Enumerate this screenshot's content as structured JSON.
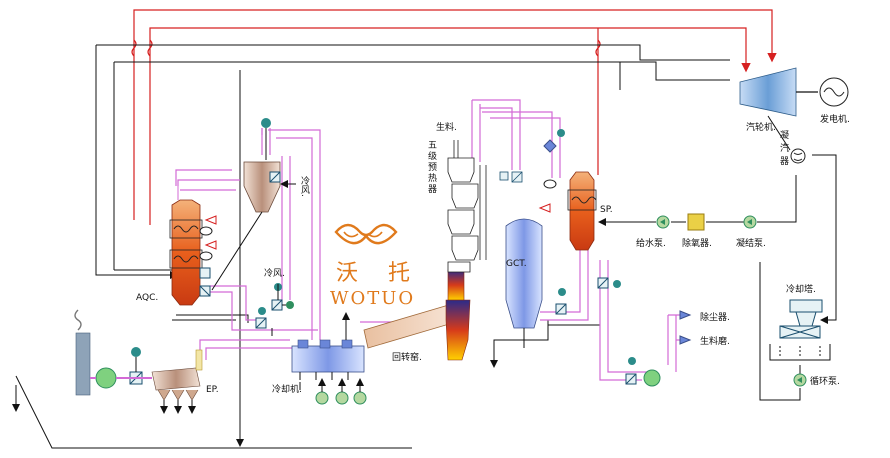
{
  "labels": {
    "aqc": "AQC.",
    "ep": "EP.",
    "cold_air_1": "冷风.",
    "cold_air_2": "冷风.",
    "cooler": "冷却机.",
    "kiln": "回转窑.",
    "preheater": "五级预热器",
    "raw_meal_top": "生料.",
    "gct": "GCT.",
    "sp": "SP.",
    "turbine": "汽轮机.",
    "generator": "发电机.",
    "condenser": "凝汽器",
    "feed_pump": "给水泵.",
    "deaerator": "除氧器.",
    "condensate_pump": "凝结泵.",
    "cooling_tower": "冷却塔.",
    "circ_pump": "循环泵.",
    "dust_collector": "除尘器.",
    "raw_mill": "生料磨."
  },
  "logo": {
    "cn_1": "沃",
    "cn_2": "托",
    "en": "WOTUO"
  },
  "colors": {
    "pink_pipe": "#d36ad6",
    "red_steam": "#d62020",
    "black_line": "#111111",
    "equipment_blue": "#6a86d8",
    "heat_orange": "#f07a1c",
    "logo_orange": "#e07a1c",
    "green_valve": "#2f8f5e",
    "teal_valve": "#2b8c8a"
  }
}
